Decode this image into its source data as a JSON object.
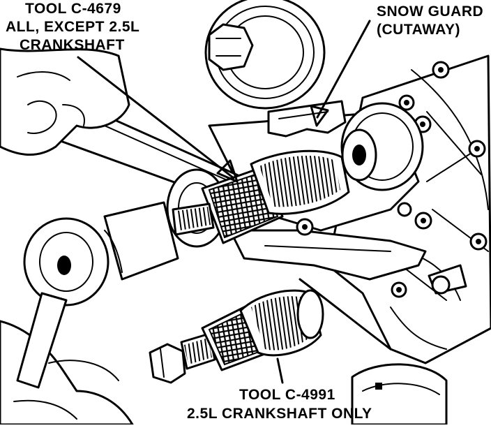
{
  "labels": {
    "tool_c4679": [
      "TOOL C-4679",
      "ALL, EXCEPT 2.5L",
      "CRANKSHAFT"
    ],
    "snow_guard": [
      "SNOW GUARD",
      "(CUTAWAY)"
    ],
    "tool_c4991": [
      "TOOL C-4991",
      "2.5L CRANKSHAFT ONLY"
    ]
  }
}
